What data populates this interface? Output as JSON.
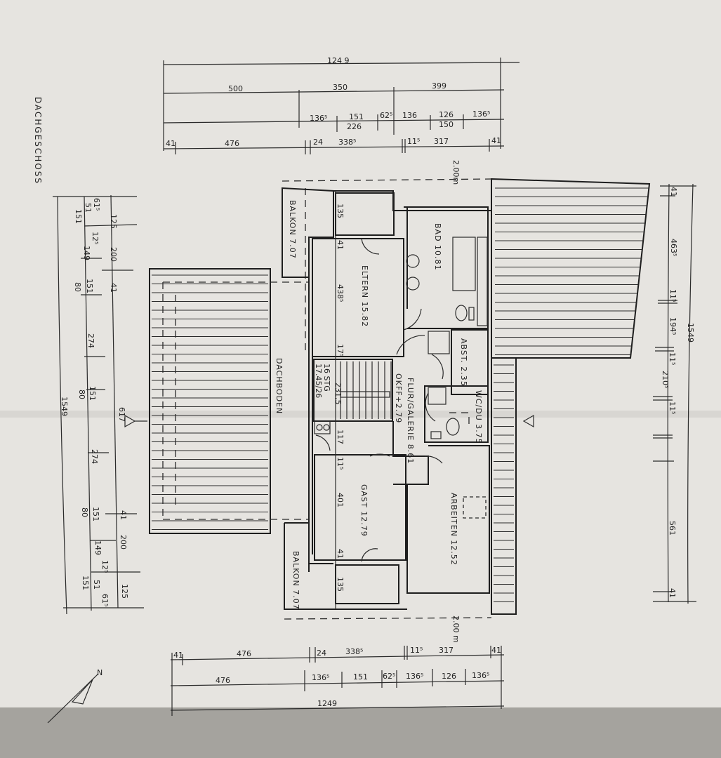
{
  "title": "DACHGESCHOSS",
  "rooms": {
    "balkon_top": "BALKON 7.07",
    "eltern": "ELTERN  15.82",
    "bad": "BAD  10.81",
    "abst": "ABST. 2.35",
    "flur": "FLUR/GALERIE 8.61",
    "okff": "OKFF+2.79",
    "wc": "WC/DU 3.75",
    "gast": "GAST 12.79",
    "arbeiten": "ARBEITEN 12.52",
    "balkon_bottom": "BALKON 7.07",
    "dachboden": "DACHBODEN",
    "stairs_a": "16 STG",
    "stairs_b": "17.45/26"
  },
  "inner_dims": {
    "d135_top": "135",
    "d41_top": "41",
    "d4385": "438⁵",
    "d175": "17⁵",
    "d2315": "231,5",
    "d117": "117",
    "d115": "11⁵",
    "d401": "401",
    "d41_bottom": "41",
    "d135_bottom": "135",
    "h200_top": "2.00m",
    "h200_bottom": "2.00 m"
  },
  "top_dims": {
    "total": "124 9",
    "row1": [
      "500",
      "350",
      "399"
    ],
    "row2": [
      "136⁵",
      "151",
      "226",
      "62⁵",
      "136",
      "126",
      "150",
      "136⁵"
    ],
    "row3": [
      "41",
      "476",
      "24",
      "338⁵",
      "11⁵",
      "317",
      "41"
    ]
  },
  "bottom_dims": {
    "row1": [
      "41",
      "476",
      "24",
      "338⁵",
      "11⁵",
      "317",
      "41"
    ],
    "row2": [
      "476",
      "136⁵",
      "151",
      "62⁵",
      "136⁵",
      "126",
      "136⁵"
    ],
    "total": "1249"
  },
  "left_dims": {
    "total": "1549",
    "outer": [
      "125",
      "200",
      "41",
      "617",
      "41",
      "200",
      "125"
    ],
    "inner": [
      "61⁵",
      "51",
      "151",
      "12⁵",
      "149",
      "151",
      "80",
      "274",
      "151",
      "80",
      "274",
      "151",
      "80",
      "149",
      "12⁵",
      "151",
      "51",
      "61⁵"
    ]
  },
  "right_dims": {
    "total": "1549",
    "row": [
      "41",
      "463⁵",
      "11⁵",
      "194⁵",
      "11⁵",
      "210⁵",
      "11⁵",
      "561",
      "41"
    ]
  },
  "north_label": "N",
  "colors": {
    "paper": "#e6e4e0",
    "ink": "#1e1e1e",
    "table_edge": "#9c9a95"
  }
}
